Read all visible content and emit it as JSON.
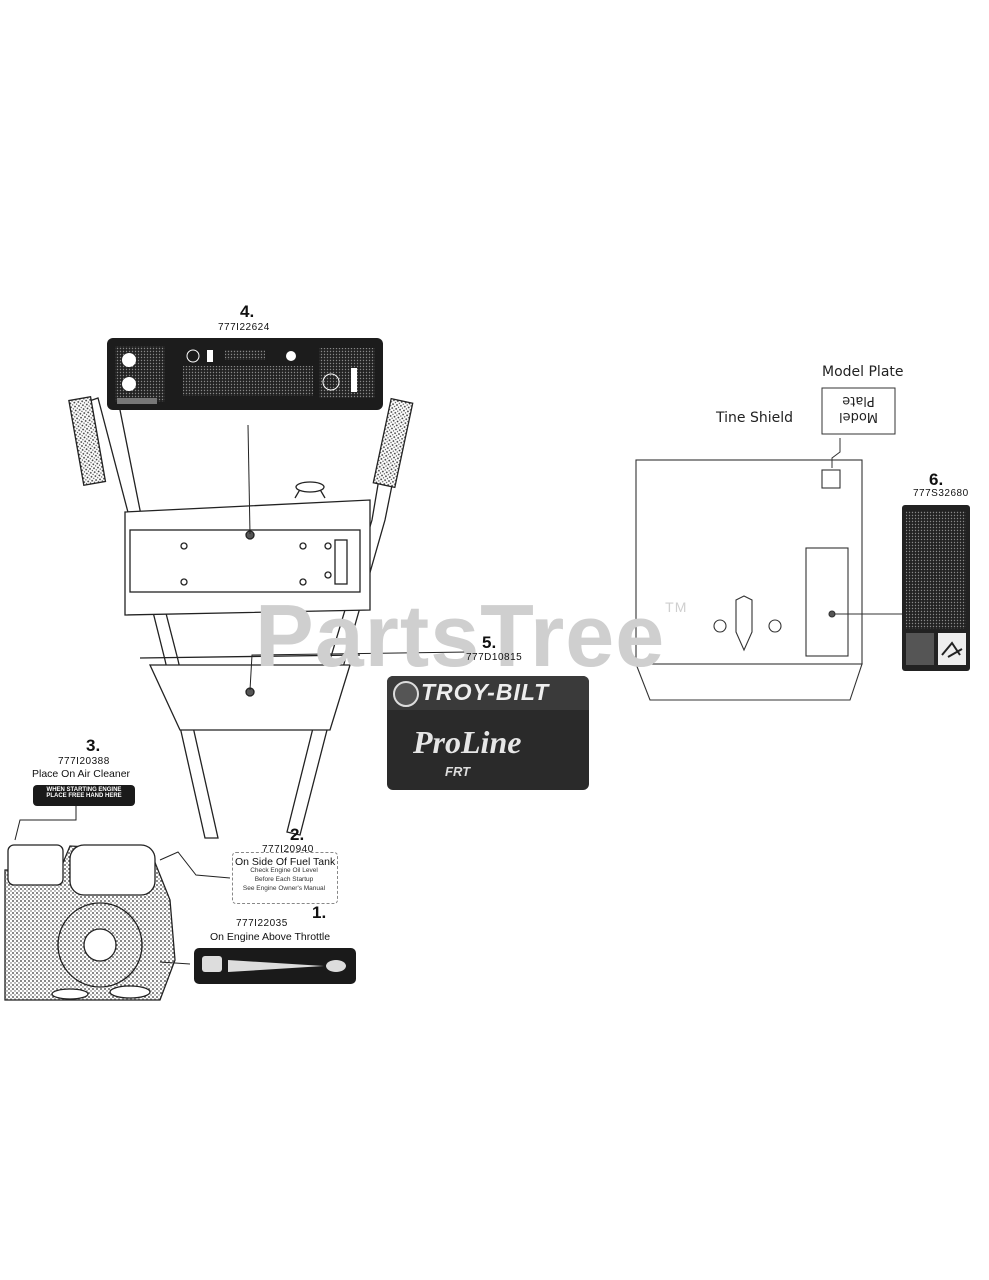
{
  "watermark": {
    "text": "PartsTree",
    "tm": "TM"
  },
  "labels": {
    "model_plate": "Model Plate",
    "model_plate_decal": "Model Plate",
    "tine_shield": "Tine Shield"
  },
  "callouts": [
    {
      "num": "1.",
      "part": "777I22035",
      "location": "On Engine Above Throttle"
    },
    {
      "num": "2.",
      "part": "777I20940",
      "location": "On Side Of Fuel Tank"
    },
    {
      "num": "3.",
      "part": "777I20388",
      "location": "Place On Air Cleaner"
    },
    {
      "num": "4.",
      "part": "777I22624",
      "location": ""
    },
    {
      "num": "5.",
      "part": "777D10815",
      "location": ""
    },
    {
      "num": "6.",
      "part": "777S32680",
      "location": ""
    }
  ],
  "decals": {
    "air_cleaner": [
      "WHEN STARTING ENGINE",
      "PLACE FREE HAND HERE"
    ],
    "fuel_tank": [
      "Check Engine Oil Level",
      "Before Each Startup",
      "See Engine Owner's Manual"
    ],
    "brand": "TROY-BILT",
    "product_line": "ProLine",
    "model_code": "FRT"
  },
  "colors": {
    "decal_dark": "#1a1a1a",
    "stipple": "#555555",
    "watermark": "#cfcfcf"
  }
}
